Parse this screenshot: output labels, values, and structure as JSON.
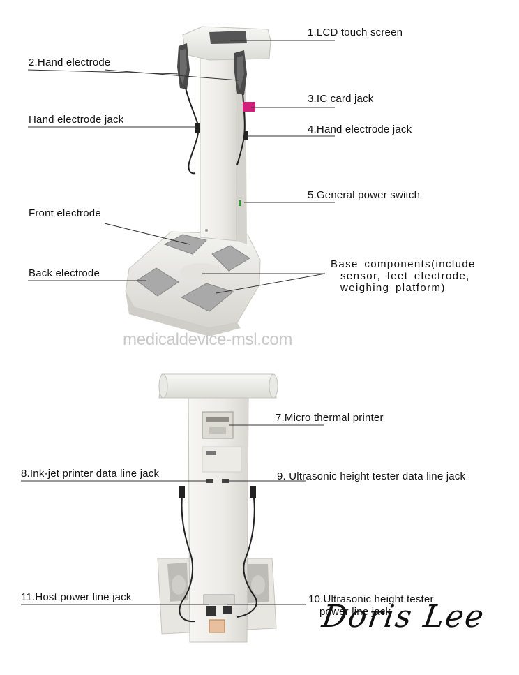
{
  "top_diagram": {
    "labels": {
      "lcd_touch_screen": "1.LCD touch screen",
      "hand_electrode": "2.Hand electrode",
      "ic_card_jack": "3.IC card jack",
      "hand_electrode_jack_left": "Hand electrode jack",
      "hand_electrode_jack_right": "4.Hand electrode jack",
      "general_power_switch": "5.General power switch",
      "front_electrode": "Front electrode",
      "back_electrode": "Back electrode",
      "base_components_line1": "Base components(include",
      "base_components_line2": "sensor, feet electrode,",
      "base_components_line3": "weighing platform)"
    },
    "watermark": "medicaldevice-msl.com"
  },
  "bottom_diagram": {
    "labels": {
      "micro_thermal_printer": "7.Micro thermal printer",
      "inkjet_printer_data_line_jack": "8.Ink-jet printer data line jack",
      "ultrasonic_height_tester_data_line_jack": "9. Ultrasonic height tester data line jack",
      "host_power_line_jack": "11.Host power line jack",
      "ultrasonic_power_line_jack_line1": "10.Ultrasonic height tester",
      "ultrasonic_power_line_jack_line2": "power line jack"
    },
    "signature": "Doris Lee"
  },
  "colors": {
    "device_body": "#ecebe6",
    "device_shadow": "#cfcec8",
    "electrode_pad": "#a9a9a9",
    "screen": "#5a5a5a",
    "ic_card": "#d0207a",
    "leader_line": "#333333",
    "watermark": "#c9c9c9"
  }
}
